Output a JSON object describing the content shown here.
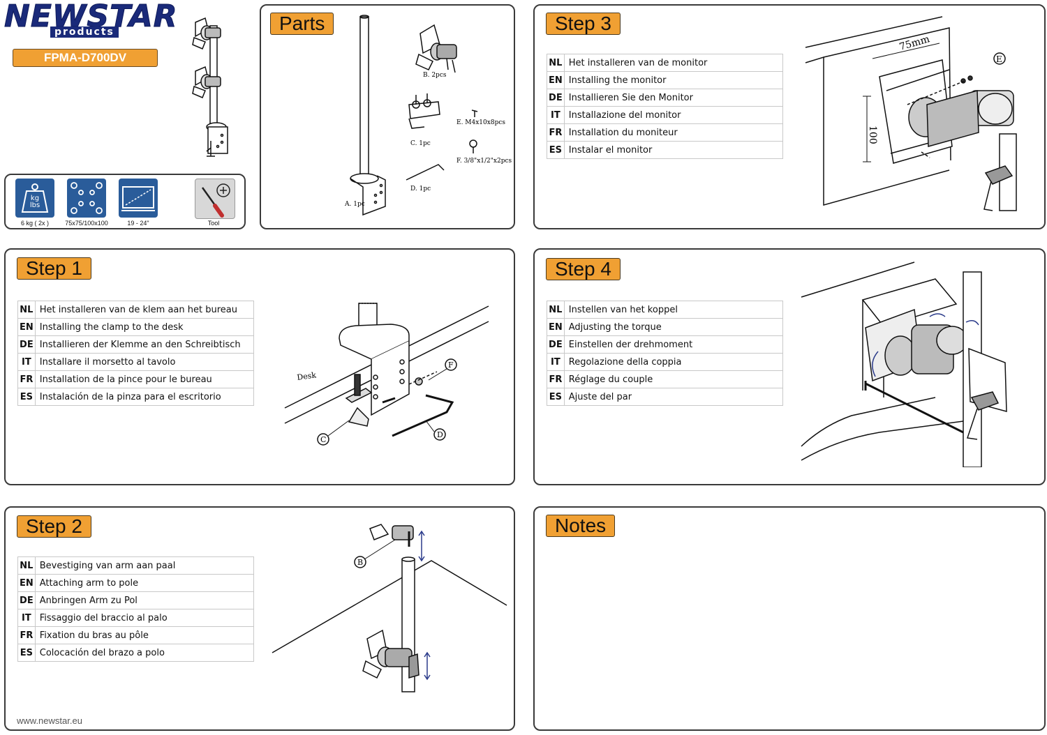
{
  "brand": {
    "name": "NEWSTAR",
    "sub": "products",
    "model": "FPMA-D700DV",
    "website": "www.newstar.eu"
  },
  "specs": {
    "weight": {
      "label": "6 kg ( 2x )",
      "icon_text_1": "kg",
      "icon_text_2": "lbs",
      "icon": "weight-icon"
    },
    "vesa": {
      "label": "75x75/100x100",
      "icon": "vesa-pattern-icon"
    },
    "screen": {
      "label": "19 - 24\"",
      "icon": "screen-size-icon"
    },
    "tool": {
      "label": "Tool",
      "icon": "screwdriver-icon"
    }
  },
  "parts": {
    "title": "Parts",
    "a": "A. 1pc",
    "b": "B. 2pcs",
    "c": "C. 1pc",
    "d": "D. 1pc",
    "e": "E. M4x10x8pcs",
    "f": "F. 3/8\"x1/2\"x2pcs"
  },
  "step1": {
    "title": "Step 1",
    "rows": [
      {
        "code": "NL",
        "text": "Het installeren van de klem aan het bureau"
      },
      {
        "code": "EN",
        "text": "Installing the clamp to the desk"
      },
      {
        "code": "DE",
        "text": "Installieren der Klemme an den Schreibtisch"
      },
      {
        "code": "IT",
        "text": "Installare il morsetto al tavolo"
      },
      {
        "code": "FR",
        "text": "Installation de la pince pour le bureau"
      },
      {
        "code": "ES",
        "text": "Instalación de la pinza para el escritorio"
      }
    ],
    "desk_label": "Desk",
    "callout_c": "C",
    "callout_d": "D",
    "callout_f": "F"
  },
  "step2": {
    "title": "Step 2",
    "rows": [
      {
        "code": "NL",
        "text": "Bevestiging van arm aan paal"
      },
      {
        "code": "EN",
        "text": "Attaching arm to pole"
      },
      {
        "code": "DE",
        "text": "Anbringen Arm zu Pol"
      },
      {
        "code": "IT",
        "text": "Fissaggio del braccio al palo"
      },
      {
        "code": "FR",
        "text": "Fixation du bras au pôle"
      },
      {
        "code": "ES",
        "text": "Colocación del brazo a polo"
      }
    ],
    "callout_b": "B"
  },
  "step3": {
    "title": "Step 3",
    "rows": [
      {
        "code": "NL",
        "text": "Het installeren van de monitor"
      },
      {
        "code": "EN",
        "text": "Installing the monitor"
      },
      {
        "code": "DE",
        "text": "Installieren Sie den Monitor"
      },
      {
        "code": "IT",
        "text": "Installazione del monitor"
      },
      {
        "code": "FR",
        "text": "Installation du moniteur"
      },
      {
        "code": "ES",
        "text": "Instalar el monitor"
      }
    ],
    "dim_h": "75mm",
    "dim_v": "100",
    "callout_e": "E"
  },
  "step4": {
    "title": "Step 4",
    "rows": [
      {
        "code": "NL",
        "text": "Instellen van het koppel"
      },
      {
        "code": "EN",
        "text": "Adjusting the torque"
      },
      {
        "code": "DE",
        "text": "Einstellen der drehmoment"
      },
      {
        "code": "IT",
        "text": "Regolazione della coppia"
      },
      {
        "code": "FR",
        "text": "Réglage du couple"
      },
      {
        "code": "ES",
        "text": "Ajuste del par"
      }
    ]
  },
  "notes": {
    "title": "Notes"
  }
}
